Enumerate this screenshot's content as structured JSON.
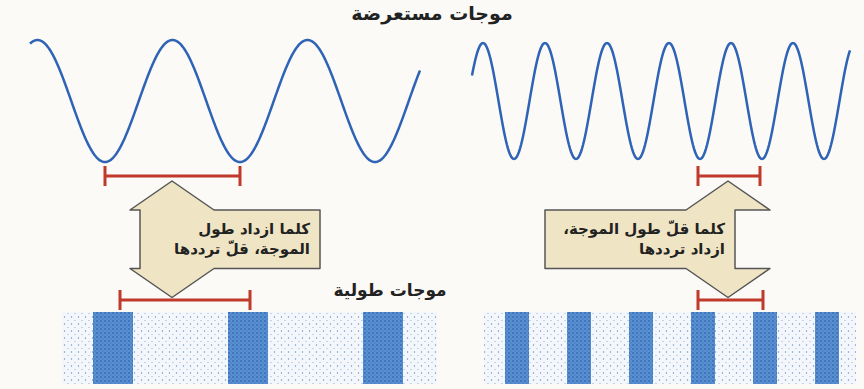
{
  "diagram": {
    "title": "موجات مستعرضة",
    "nodes": [
      {
        "text": [
          "كلما ازداد طول الموجة، قلّ ترددها"
        ]
      },
      {
        "text": [
          "كلما قلّ طول الموجة، ازداد ترددها"
        ]
      }
    ],
    "labels": [
      "موجات طولية"
    ]
  }
}
